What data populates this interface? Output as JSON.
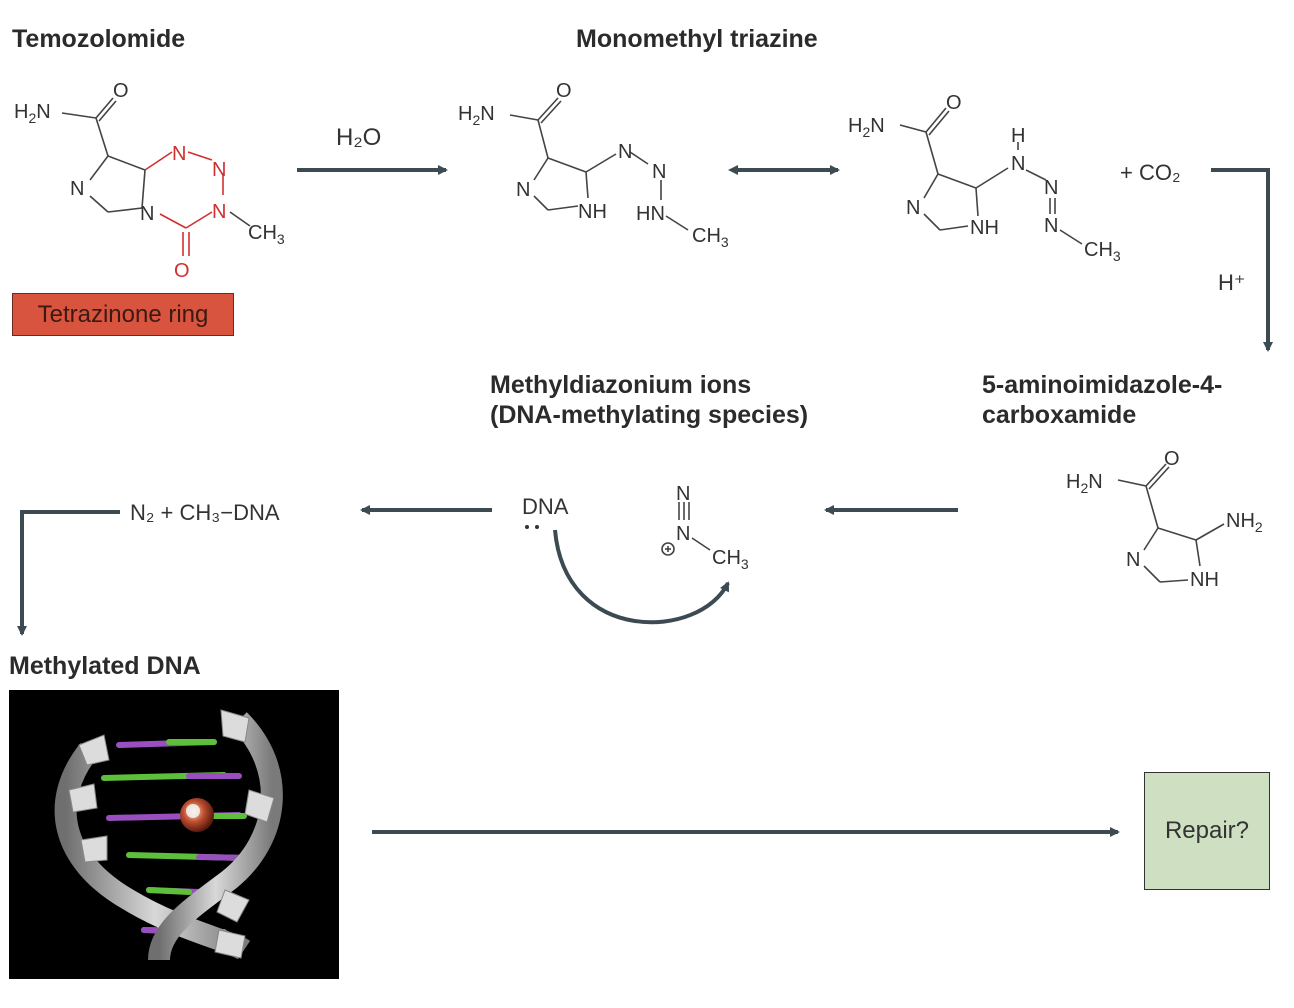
{
  "titles": {
    "temozolomide": "Temozolomide",
    "triazine": "Monomethyl triazine",
    "ions_line1": "Methyldiazonium ions",
    "ions_line2": "(DNA-methylating species)",
    "aic_line1": "5-aminoimidazole-4-",
    "aic_line2": "carboxamide",
    "methylated": "Methylated DNA"
  },
  "labels": {
    "ring": "Tetrazinone ring",
    "water": "H₂O",
    "co2": "+ CO₂",
    "proton": "H⁺",
    "products": "N₂ + CH₃−DNA",
    "dna": "DNA",
    "repair": "Repair?"
  },
  "colors": {
    "arrow": "#3c4a52",
    "ring_highlight": "#d03030",
    "ring_box": "#d9543e",
    "repair_box": "#cfdfc2"
  }
}
